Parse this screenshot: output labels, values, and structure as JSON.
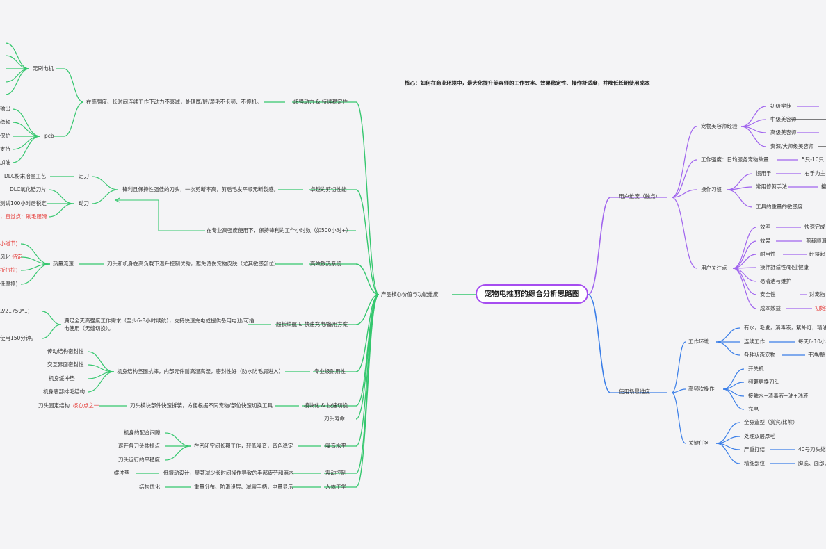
{
  "colors": {
    "green": "#35c76e",
    "purple": "#a064ee",
    "blue": "#3a7ee8",
    "red": "#e53935",
    "center_border": "#a64df0",
    "background": "#f4f4f6"
  },
  "title": "宠物电推剪的综合分析思路图",
  "core_note": "核心：如何在商业环境中，最大化提升美容师的工作效率、效果稳定性、操作舒适度，并降低长期使用成本",
  "left": {
    "main": "产品核心价值与功能维度",
    "power": {
      "label": "超强动力 & 持续稳定性",
      "desc": "在高强度、长时间连续工作下动力不衰减，处理厚/脏/湿毛不卡顿、不停机。",
      "motor": "无刷电机",
      "pcb": "pcb",
      "pcb_items": [
        "输出",
        "稳频",
        "保护",
        "支持",
        "加油"
      ]
    },
    "cutting": {
      "label": "卓越的剪切性能",
      "desc": "锋利且保持性强佳的刀头，一次剪断率高，剪后毛发平顺无断裂感。",
      "fixed_blade": "定刀",
      "moving_blade": "动刀",
      "dlc1": "DLC粉末冶金工艺",
      "dlc2": "DLC氧化锆刀片",
      "test": "测试100小时后锐定",
      "red_note": "，直觉点：刷毛履滑",
      "sub": "在专业高强度使用下，保持锋利的工作小时数（如500小时+）"
    },
    "heat": {
      "label": "高效散热系统:",
      "desc": "刀头和机身在高负载下温升控制优秀，避免烫伤宠物皮肤（尤其敏感部位）",
      "flow": "热量流速",
      "r1": "小碰节)",
      "r2a": "风化",
      "r2b": "待定",
      "r3": "折扭控)",
      "r4": "低摩擦)"
    },
    "battery": {
      "label": "超长续航 & 快速充电/备用方案",
      "desc1": "满足全天高强度工作需求（至少6-8小时续航），支持快速充电或提供备用电池/可插",
      "desc2": "电使用（无缝切换）。",
      "t1": "2/21750*1)",
      "t2": "使用150分钟。"
    },
    "durable": {
      "label": "专业级耐用性",
      "desc": "机身结构坚固抗摔，内部元件耐高温高湿，密封性好（防水防毛屑进入）",
      "items": [
        "传动结构密封性",
        "交互界面密封性",
        "机身缓冲垫",
        "机身底部排毛结构"
      ]
    },
    "modular": {
      "label": "模块化 & 快速切换",
      "desc": "刀头模块部件快速拆装，方便根据不同宠物/部位快速切换工具",
      "item": "刀头固定结构",
      "item_red": "核心点之一"
    },
    "blade_life": "刀头寿命",
    "noise": {
      "label": "噪音水平",
      "desc": "在密闭空间长期工作，较低噪音，音色稳定",
      "items": [
        "机身的配合间隙",
        "避开各刀头共振点",
        "刀头运行的平稳度"
      ]
    },
    "vibration": {
      "label": "震动控制",
      "desc": "低振动设计，显著减少长时间操作导致的手部疲劳和麻木",
      "item": "缓冲垫"
    },
    "ergo": {
      "label": "人体工学",
      "desc": "重量分布、防滑设层、减震手柄，电量显示",
      "item": "结构优化"
    }
  },
  "right": {
    "user": {
      "label": "用户维度（触点）",
      "exp": {
        "label": "宠物美容师经验",
        "items": [
          "初级学徒",
          "中级美容师",
          "高级美容师",
          "资深/大师级美容师"
        ]
      },
      "intensity": {
        "label": "工作强度：日均服务宠物数量",
        "value": "5只-10只"
      },
      "habit": {
        "label": "操作习惯",
        "items": [
          "惯用手",
          "常用修剪手法",
          "工具的重量的敏感度"
        ],
        "values": [
          "右手为主",
          "擅"
        ]
      },
      "concern": {
        "label": "用户关注点",
        "items": [
          "效率",
          "效果",
          "耐用性",
          "操作舒适性/职业健康",
          "易清洁与维护",
          "安全性",
          "成本效益"
        ],
        "values": [
          "快速完成",
          "剪裁顺滑",
          "经得起",
          "",
          "",
          "对宠物",
          "初始投"
        ]
      }
    },
    "scenario": {
      "label": "使用场景维度",
      "env": {
        "label": "工作环境",
        "items": [
          "有水，毛发，消毒液，紫外灯，精油",
          "连续工作",
          "各种状态宠物"
        ],
        "values": [
          "",
          "每天6-10小时",
          "干净/脏"
        ]
      },
      "ops": {
        "label": "高频次操作",
        "items": [
          "开关机",
          "频繁更换刀头",
          "接触水+清毒液+油+油液",
          "充电"
        ]
      },
      "tasks": {
        "label": "关键任务",
        "items": [
          "全身造型（赏宾/比熊）",
          "处理双层厚毛",
          "严重打结",
          "精细部位"
        ],
        "values": [
          "",
          "",
          "40号刀头处理",
          "脚底、面部、"
        ]
      }
    }
  }
}
